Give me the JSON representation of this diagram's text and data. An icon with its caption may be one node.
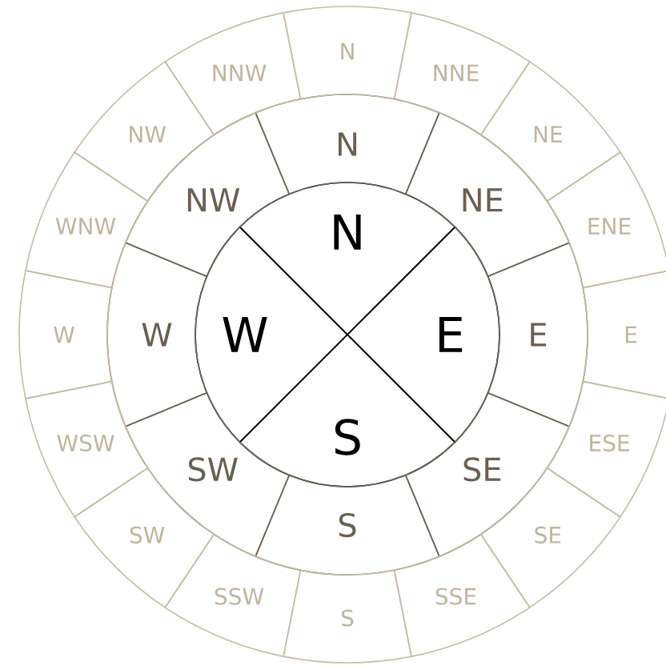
{
  "diagram": {
    "nodes": [
      {
        "text": [
          "N"
        ]
      },
      {
        "text": [
          "E"
        ]
      },
      {
        "text": [
          "S"
        ]
      },
      {
        "text": [
          "W"
        ]
      },
      {
        "text": [
          "N"
        ]
      },
      {
        "text": [
          "NE"
        ]
      },
      {
        "text": [
          "E"
        ]
      },
      {
        "text": [
          "SE"
        ]
      },
      {
        "text": [
          "S"
        ]
      },
      {
        "text": [
          "SW"
        ]
      },
      {
        "text": [
          "W"
        ]
      },
      {
        "text": [
          "NW"
        ]
      },
      {
        "text": [
          "N"
        ]
      },
      {
        "text": [
          "NNE"
        ]
      },
      {
        "text": [
          "NE"
        ]
      },
      {
        "text": [
          "ENE"
        ]
      },
      {
        "text": [
          "E"
        ]
      },
      {
        "text": [
          "ESE"
        ]
      },
      {
        "text": [
          "SE"
        ]
      },
      {
        "text": [
          "SSE"
        ]
      },
      {
        "text": [
          "S"
        ]
      },
      {
        "text": [
          "SSW"
        ]
      },
      {
        "text": [
          "SW"
        ]
      },
      {
        "text": [
          "WSW"
        ]
      },
      {
        "text": [
          "W"
        ]
      },
      {
        "text": [
          "WNW"
        ]
      },
      {
        "text": [
          "NW"
        ]
      },
      {
        "text": [
          "NNW"
        ]
      }
    ]
  }
}
